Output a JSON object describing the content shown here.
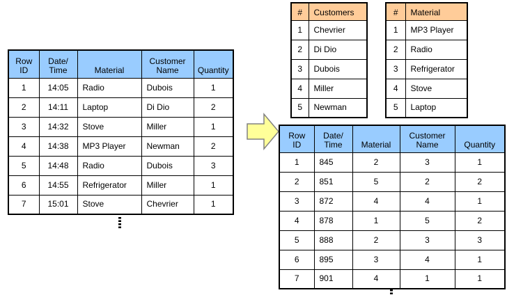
{
  "colors": {
    "table_header_blue": "#99CCFF",
    "lookup_header_orange": "#FFCC99",
    "arrow_fill": "#FFFF99",
    "arrow_border": "#808080",
    "table_border": "#000000",
    "background": "#FFFFFF"
  },
  "icons": {
    "transform_arrow": "right-block-arrow",
    "raw_table_continuation": "vertical-ellipsis",
    "normalized_table_continuation": "vertical-ellipsis"
  },
  "tables": {
    "raw": {
      "headers": [
        "Row\nID",
        "Date/\nTime",
        "Material",
        "Customer\nName",
        "Quantity"
      ],
      "rows": [
        [
          "1",
          "14:05",
          "Radio",
          "Dubois",
          "1"
        ],
        [
          "2",
          "14:11",
          "Laptop",
          "Di Dio",
          "2"
        ],
        [
          "3",
          "14:32",
          "Stove",
          "Miller",
          "1"
        ],
        [
          "4",
          "14:38",
          "MP3 Player",
          "Newman",
          "2"
        ],
        [
          "5",
          "14:48",
          "Radio",
          "Dubois",
          "3"
        ],
        [
          "6",
          "14:55",
          "Refrigerator",
          "Miller",
          "1"
        ],
        [
          "7",
          "15:01",
          "Stove",
          "Chevrier",
          "1"
        ]
      ]
    },
    "customers": {
      "headers": [
        "#",
        "Customers"
      ],
      "rows": [
        [
          "1",
          "Chevrier"
        ],
        [
          "2",
          "Di Dio"
        ],
        [
          "3",
          "Dubois"
        ],
        [
          "4",
          "Miller"
        ],
        [
          "5",
          "Newman"
        ]
      ]
    },
    "materials": {
      "headers": [
        "#",
        "Material"
      ],
      "rows": [
        [
          "1",
          "MP3 Player"
        ],
        [
          "2",
          "Radio"
        ],
        [
          "3",
          "Refrigerator"
        ],
        [
          "4",
          "Stove"
        ],
        [
          "5",
          "Laptop"
        ]
      ]
    },
    "normalized": {
      "headers": [
        "Row\nID",
        "Date/\nTime",
        "Material",
        "Customer\nName",
        "Quantity"
      ],
      "rows": [
        [
          "1",
          "845",
          "2",
          "3",
          "1"
        ],
        [
          "2",
          "851",
          "5",
          "2",
          "2"
        ],
        [
          "3",
          "872",
          "4",
          "4",
          "1"
        ],
        [
          "4",
          "878",
          "1",
          "5",
          "2"
        ],
        [
          "5",
          "888",
          "2",
          "3",
          "3"
        ],
        [
          "6",
          "895",
          "3",
          "4",
          "1"
        ],
        [
          "7",
          "901",
          "4",
          "1",
          "1"
        ]
      ]
    }
  }
}
